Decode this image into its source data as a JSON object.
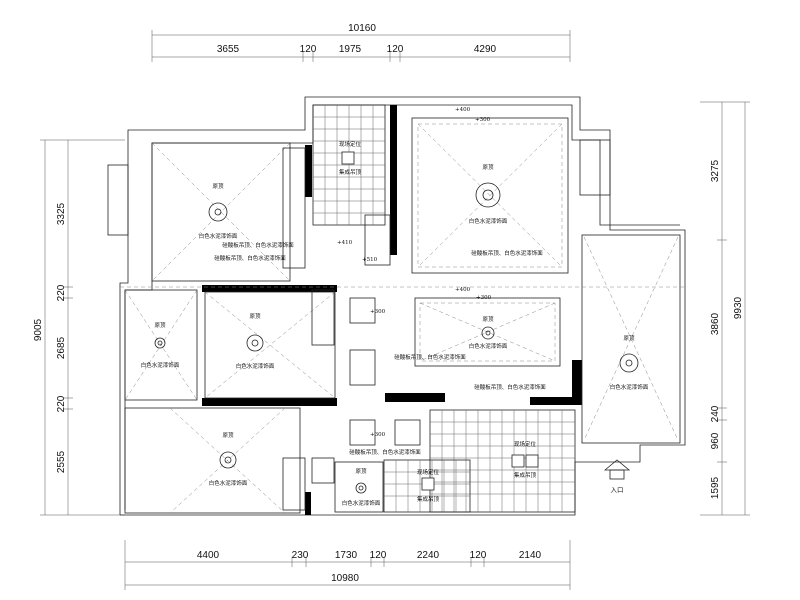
{
  "dimensions": {
    "top_total": "10160",
    "top": [
      "3655",
      "120",
      "1975",
      "120",
      "4290"
    ],
    "bottom_total": "10980",
    "bottom": [
      "4400",
      "230",
      "1730",
      "120",
      "2240",
      "120",
      "2140"
    ],
    "left_total": "9005",
    "left": [
      "3325",
      "220",
      "2685",
      "220",
      "2555"
    ],
    "right_total": "9930",
    "right": [
      "3275",
      "3860",
      "240",
      "960",
      "1595"
    ]
  },
  "labels": {
    "original_ceiling": "原顶",
    "white_cement_paint": "白色水泥漆饰面",
    "silicate_board_ceiling": "硅酸板吊顶、白色水泥漆饰面",
    "site_positioning": "现场定位",
    "integrated_ceiling": "集成吊顶",
    "entrance": "入口"
  },
  "levels": {
    "l400": "+400",
    "l300": "+300",
    "l410": "+410",
    "l510": "+510"
  }
}
